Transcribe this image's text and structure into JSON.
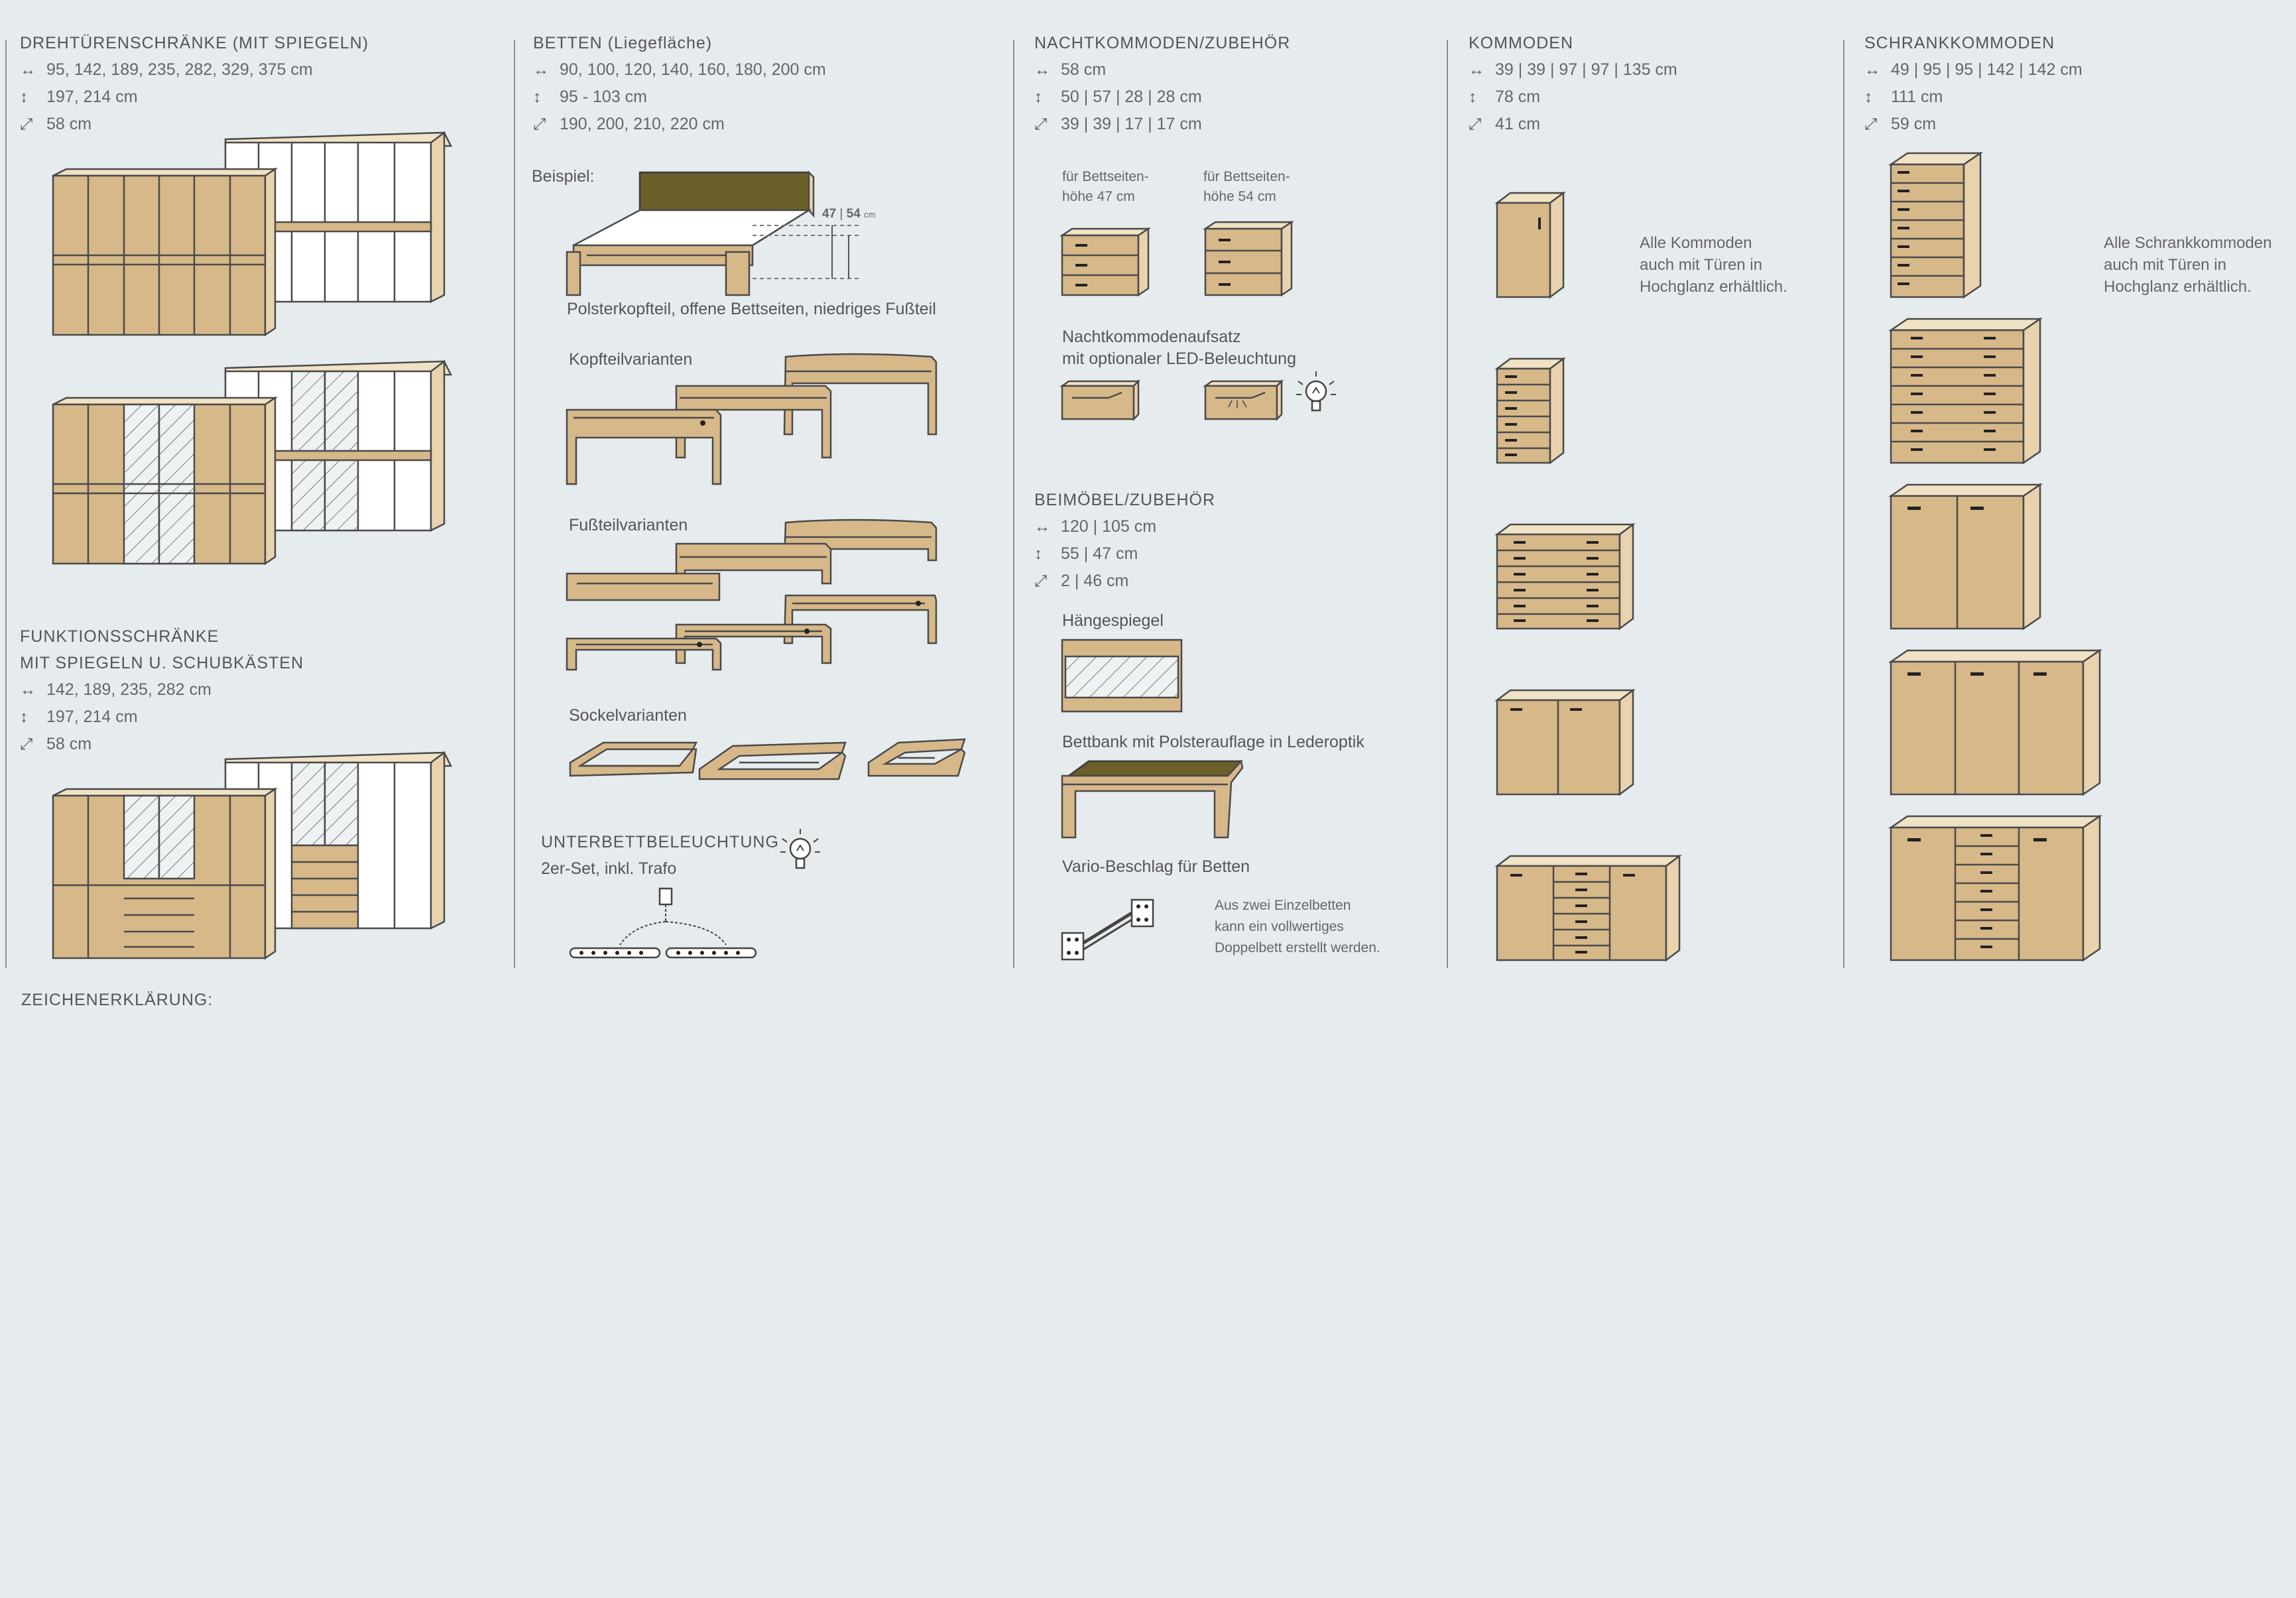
{
  "sections": {
    "s1": {
      "title": "DREHTÜRENSCHRÄNKE (MIT SPIEGELN)",
      "width": "95, 142, 189, 235, 282, 329, 375 cm",
      "height": "197, 214 cm",
      "depth": "58 cm",
      "title2a": "FUNKTIONSSCHRÄNKE",
      "title2b": "MIT SPIEGELN U. SCHUBKÄSTEN",
      "width2": "142, 189, 235, 282 cm",
      "height2": "197, 214 cm",
      "depth2": "58 cm"
    },
    "s2": {
      "title": "BETTEN (Liegefläche)",
      "width": "90, 100, 120, 140, 160, 180, 200 cm",
      "height": "95 - 103 cm",
      "depth": "190, 200, 210, 220 cm",
      "example": "Beispiel:",
      "bed_heights_a": "47",
      "bed_heights_b": "54",
      "bed_unit": "cm",
      "caption": "Polsterkopfteil, offene Bettseiten, niedriges Fußteil",
      "headboards": "Kopfteilvarianten",
      "footboards": "Fußteilvarianten",
      "bases": "Sockelvarianten",
      "light_title": "UNTERBETTBELEUCHTUNG",
      "light_sub": "2er-Set, inkl. Trafo"
    },
    "s3": {
      "title": "NACHTKOMMODEN/ZUBEHÖR",
      "width": "58 cm",
      "height": "50 | 57 | 28 | 28 cm",
      "depth": "39 | 39 | 17 | 17 cm",
      "side47_a": "für Bettseiten-",
      "side47_b": "höhe 47 cm",
      "side54_a": "für Bettseiten-",
      "side54_b": "höhe 54 cm",
      "top_a": "Nachtkommodenaufsatz",
      "top_b": "mit optionaler LED-Beleuchtung",
      "title2": "BEIMÖBEL/ZUBEHÖR",
      "width2": "120 | 105 cm",
      "height2": "55 | 47 cm",
      "depth2": "2 | 46 cm",
      "mirror": "Hängespiegel",
      "bench": "Bettbank mit Polsterauflage in Lederoptik",
      "vario": "Vario-Beschlag für Betten",
      "vario_a": "Aus zwei Einzelbetten",
      "vario_b": "kann ein vollwertiges",
      "vario_c": "Doppelbett erstellt werden."
    },
    "s4": {
      "title": "KOMMODEN",
      "width": "39 | 39 | 97 | 97 | 135 cm",
      "height": "78 cm",
      "depth": "41 cm",
      "note_a": "Alle Kommoden",
      "note_b": "auch mit Türen in",
      "note_c": "Hochglanz erhältlich."
    },
    "s5": {
      "title": "SCHRANKKOMMODEN",
      "width": "49 | 95 | 95 | 142 | 142 cm",
      "height": "111 cm",
      "depth": "59 cm",
      "note_a": "Alle Schrankkommoden",
      "note_b": "auch mit Türen in",
      "note_c": "Hochglanz erhältlich."
    }
  },
  "icons": {
    "width": "↔",
    "height": "↕",
    "depth": "⤢"
  },
  "footer": "ZEICHENERKLÄRUNG:"
}
